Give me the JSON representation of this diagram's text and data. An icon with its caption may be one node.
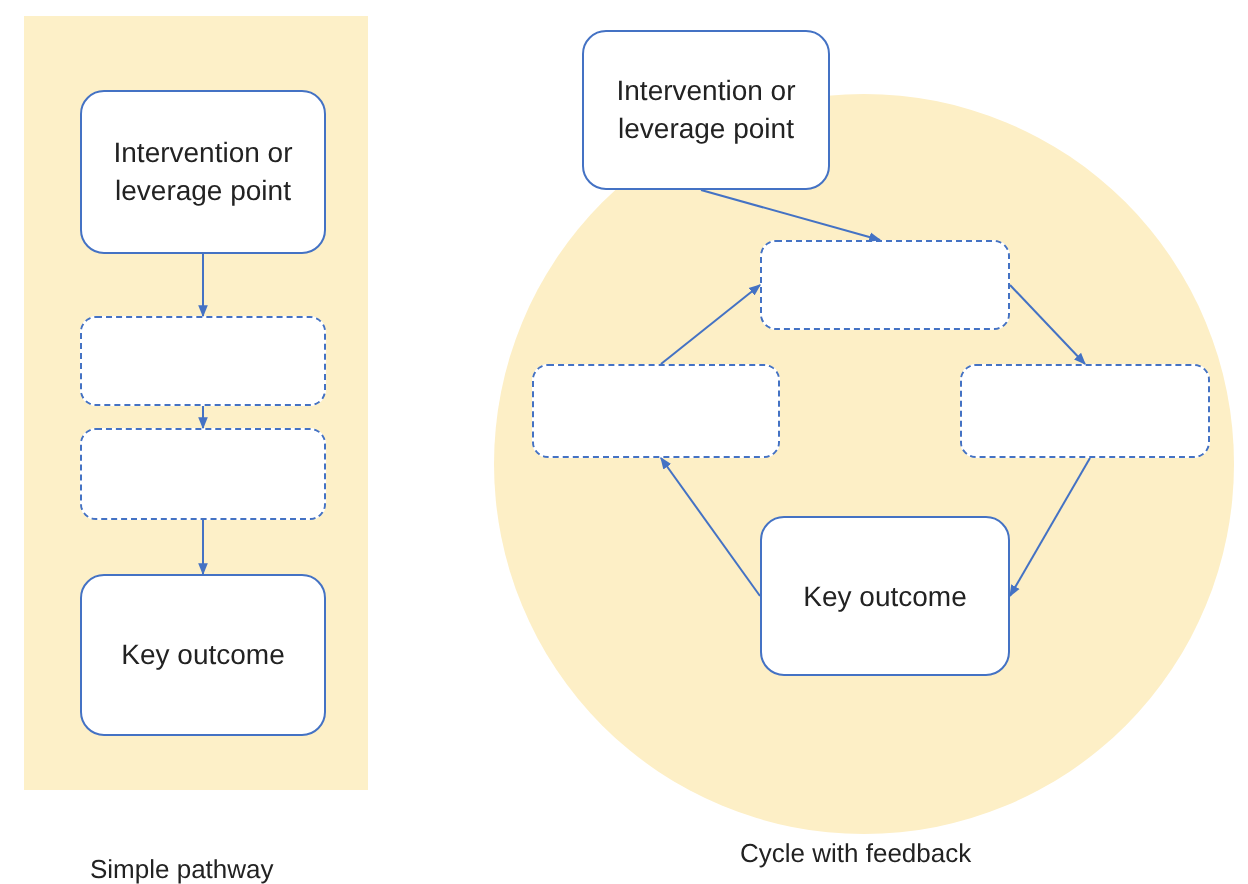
{
  "diagram": {
    "nodes": [
      {
        "text": [
          "Simple pathway"
        ]
      },
      {
        "text": [
          "Intervention or leverage point"
        ],
        "in": 0
      },
      {
        "text": [],
        "shape": "box",
        "in": 0
      },
      {
        "text": [],
        "shape": "box",
        "in": 0
      },
      {
        "text": [
          "Key outcome"
        ],
        "in": 0
      },
      {
        "text": [
          "Cycle with feedback"
        ]
      },
      {
        "text": [
          "Intervention or leverage point"
        ]
      },
      {
        "text": [],
        "shape": "box",
        "in": 5
      },
      {
        "text": [],
        "shape": "box",
        "in": 5
      },
      {
        "text": [],
        "shape": "box",
        "in": 5
      },
      {
        "text": [
          "Key outcome"
        ],
        "in": 5
      }
    ],
    "edges": [
      {
        "from": 1,
        "to": 2,
        "arrow": "to"
      },
      {
        "from": 2,
        "to": 3,
        "arrow": "to"
      },
      {
        "from": 3,
        "to": 4,
        "arrow": "to"
      },
      {
        "from": 6,
        "to": 7,
        "arrow": "to"
      },
      {
        "from": 7,
        "to": 8,
        "arrow": "to"
      },
      {
        "from": 8,
        "to": 10,
        "arrow": "to"
      },
      {
        "from": 10,
        "to": 9,
        "arrow": "to"
      },
      {
        "from": 9,
        "to": 7,
        "arrow": "to"
      }
    ]
  }
}
